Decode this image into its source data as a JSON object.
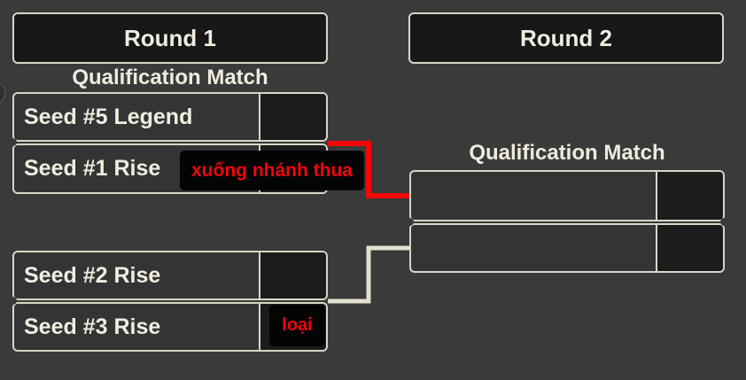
{
  "rounds": [
    {
      "label": "Round 1"
    },
    {
      "label": "Round 2"
    }
  ],
  "matches": [
    {
      "title": "Qualification Match",
      "players": [
        {
          "name": "Seed #5 Legend",
          "score": ""
        },
        {
          "name": "Seed #1 Rise",
          "score": ""
        }
      ],
      "tooltip": "xuống nhánh thua"
    },
    {
      "title": "",
      "players": [
        {
          "name": "Seed #2 Rise",
          "score": ""
        },
        {
          "name": "Seed #3 Rise",
          "score": ""
        }
      ],
      "tooltip": "loại"
    },
    {
      "title": "Qualification Match",
      "players": [
        {
          "name": "",
          "score": ""
        },
        {
          "name": "",
          "score": ""
        }
      ],
      "tooltip": ""
    }
  ],
  "connectors": [
    {
      "type": "loser-drop-line",
      "color": "#f70606"
    },
    {
      "type": "winner-advance-line",
      "color": "#e3e0cf"
    }
  ],
  "colors": {
    "background": "#3a3a3a",
    "panel_dark": "#171717",
    "slot_bg": "#343434",
    "score_bg": "#1c1c1c",
    "border_cream": "#d9d6c5",
    "text_cream": "#f1ede0",
    "tooltip_bg": "#040404",
    "tooltip_text": "#ef050c"
  }
}
